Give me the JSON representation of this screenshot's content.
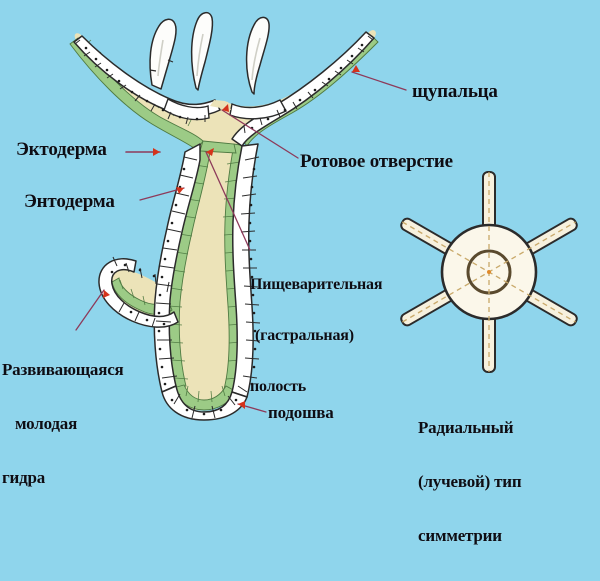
{
  "figure": {
    "title": "Hydra longitudinal section and radial symmetry",
    "background_color": "#8fd5ec",
    "cavity_color": "#ece3b8",
    "endoderm_color": "#8cc47e",
    "ectoderm_color": "#ffffff",
    "outline_color": "#2b2b2b",
    "arrow_color": "#8d3a5a",
    "arrow_head_color": "#e03a20",
    "text_color": "#0d0d14"
  },
  "labels": {
    "ectoderm": "Эктодерма",
    "endoderm": "Энтодерма",
    "tentacles": "щупальца",
    "mouth_opening": "Ротовое отверстие",
    "digestive_cavity_line1": "Пищеварительная",
    "digestive_cavity_line2": "(гастральная)",
    "digestive_cavity_line3": "полость",
    "developing_hydra_line1": "Развивающаяся",
    "developing_hydra_line2": "молодая",
    "developing_hydra_line3": "гидра",
    "sole": "подошва",
    "radial_line1": "Радиальный",
    "radial_line2": "(лучевой) тип",
    "radial_line3": "симметрии"
  },
  "radial_diagram": {
    "tentacle_count": 6,
    "body_shape": "circle",
    "mouth_ring": "circle"
  },
  "hydra": {
    "unsectioned_tentacles": 3,
    "sectioned_tentacles": 2,
    "bud_count": 1
  }
}
